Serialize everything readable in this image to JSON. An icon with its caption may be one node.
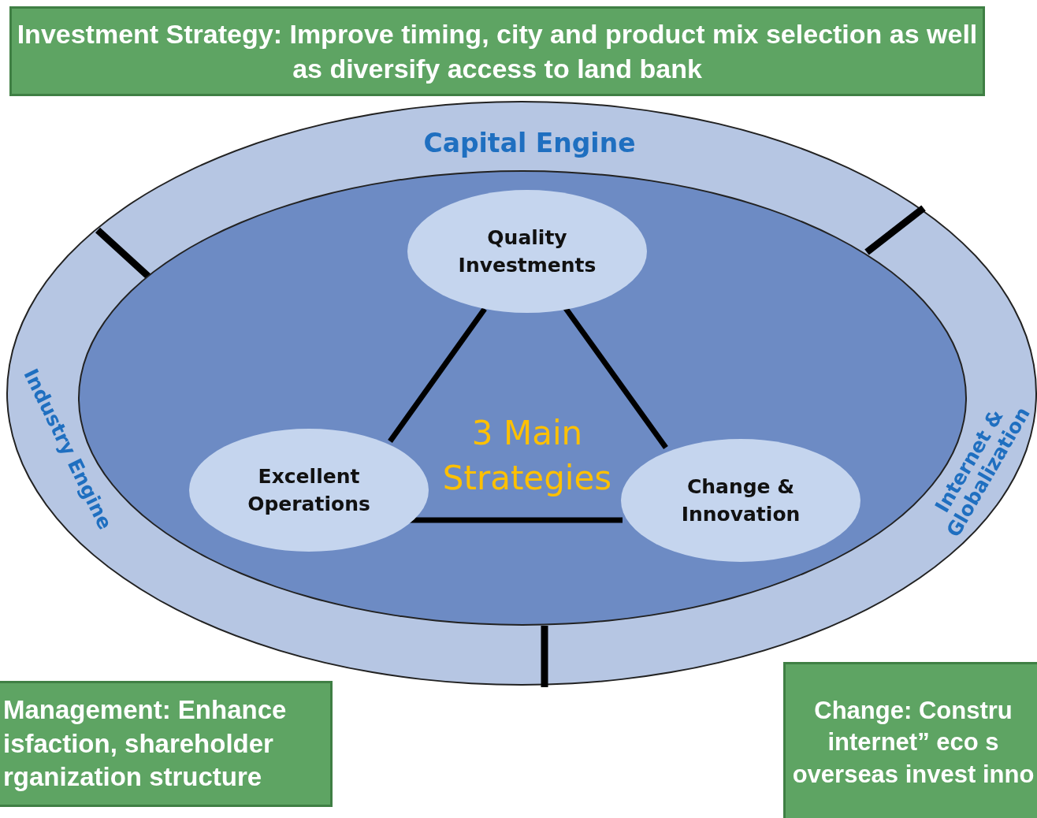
{
  "diagram": {
    "nodes": [
      {
        "text": [
          "Investment Strategy: Improve timing, city and product mix selection as well as diversify access to land bank"
        ]
      },
      {
        "text": [
          "Capital Engine",
          "Industry Engine",
          "Internet & Globalization"
        ]
      },
      {
        "text": [
          "3 Main Strategies"
        ],
        "in": 1
      },
      {
        "text": [
          "Quality Investments"
        ],
        "in": 2
      },
      {
        "text": [
          "Excellent Operations"
        ],
        "in": 2
      },
      {
        "text": [
          "Change & Innovation"
        ],
        "in": 2
      },
      {
        "text": [
          "Management: Enhance isfaction, shareholder rganization structure"
        ]
      },
      {
        "text": [
          "Change: Constru internet” eco s overseas invest inno"
        ]
      }
    ],
    "edges": [
      {
        "from": 3,
        "to": 4,
        "arrow": "none"
      },
      {
        "from": 3,
        "to": 5,
        "arrow": "none"
      },
      {
        "from": 4,
        "to": 5,
        "arrow": "none"
      }
    ]
  }
}
